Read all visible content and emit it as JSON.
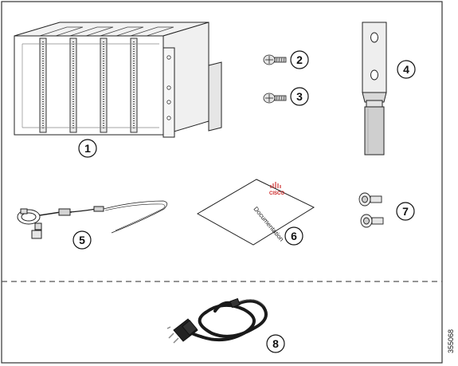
{
  "callouts": [
    "1",
    "2",
    "3",
    "4",
    "5",
    "6",
    "7",
    "8"
  ],
  "document_label": "Documentation",
  "brand": {
    "wordmark": "CISCO",
    "color": "#cc1f1f"
  },
  "figure_id": "355068",
  "colors": {
    "line": "#222222",
    "frame": "#333333",
    "cord": "#1a1a1a",
    "metal": "#dddddd"
  }
}
